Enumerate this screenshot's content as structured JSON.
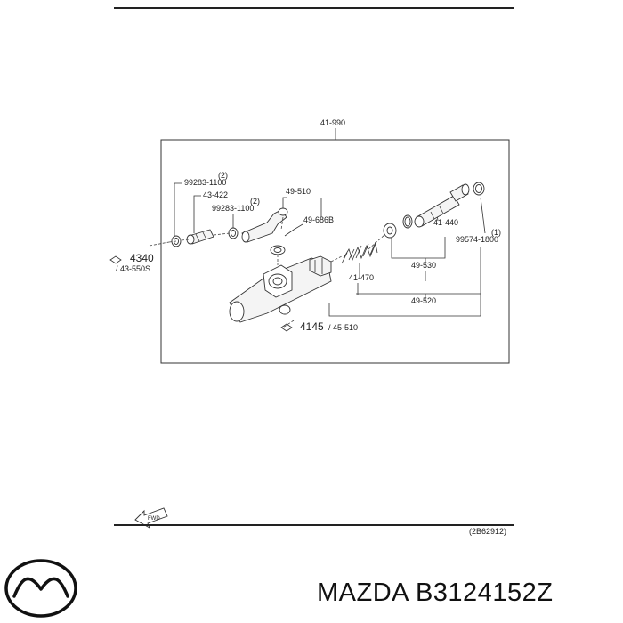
{
  "diagram": {
    "assembly_ref": "41-990",
    "labels": {
      "part_99283_a": "99283-1100",
      "qty_a": "(2)",
      "part_43422": "43-422",
      "part_99283_b": "99283-1100",
      "qty_b": "(2)",
      "part_49510": "49-510",
      "part_49686b": "49-686B",
      "part_41440": "41-440",
      "part_99574": "99574-1800",
      "qty_c": "(1)",
      "part_41470": "41-470",
      "part_49530": "49-530",
      "part_49520": "49-520",
      "ref_4340_num": "4340",
      "ref_4340_sub": "/ 43-550S",
      "ref_4145_num": "4145",
      "ref_4145_sub": "/ 45-510"
    },
    "fwd_label": "FWD",
    "diagram_code": "(2B62912)"
  },
  "footer": {
    "logo_icon": "mazda-logo-icon",
    "brand_part": "MAZDA B3124152Z"
  }
}
